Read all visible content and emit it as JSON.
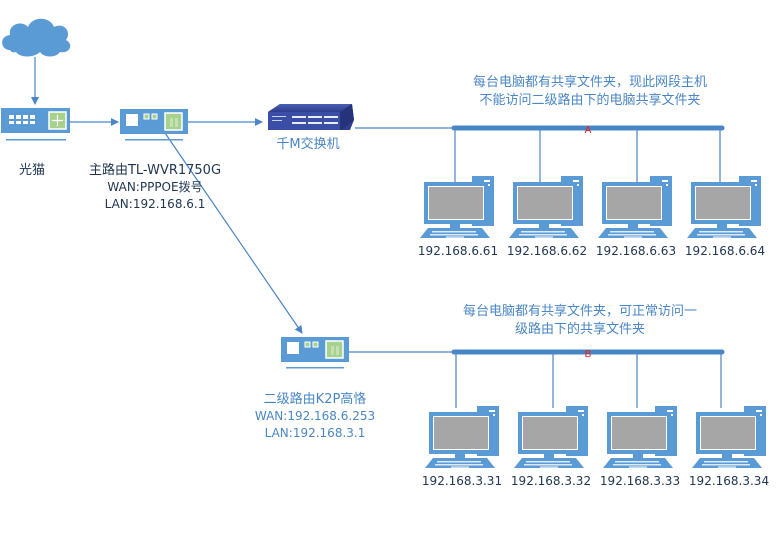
{
  "colors": {
    "device_blue": "#5b9bd5",
    "line_blue": "#4a86c5",
    "label_dark": "#1f3550",
    "label_blue": "#4a86c5",
    "screen_gray": "#a6a6a6",
    "port_green": "#a9d18e",
    "bus_marker_red": "#e02020",
    "switch_navy": "#2e3f8f"
  },
  "nodes": {
    "internet": {
      "icon": "cloud-icon"
    },
    "modem": {
      "label": "光猫",
      "icon": "modem-icon"
    },
    "main_router": {
      "icon": "router-icon",
      "lines": [
        "主路由TL-WVR1750G",
        "WAN:PPPOE拨号",
        "LAN:192.168.6.1"
      ]
    },
    "switch": {
      "label": "千M交换机",
      "icon": "switch-icon"
    },
    "secondary_router": {
      "icon": "router-icon",
      "lines": [
        "二级路由K2P高恪",
        "WAN:192.168.6.253",
        "LAN:192.168.3.1"
      ]
    }
  },
  "segments": [
    {
      "bus_label": "A",
      "note_lines": [
        "每台电脑都有共享文件夹，现此网段主机",
        "不能访问二级路由下的电脑共享文件夹"
      ],
      "hosts": [
        "192.168.6.61",
        "192.168.6.62",
        "192.168.6.63",
        "192.168.6.64"
      ]
    },
    {
      "bus_label": "B",
      "note_lines": [
        "每台电脑都有共享文件夹，可正常访问一",
        "级路由下的共享文件夹"
      ],
      "hosts": [
        "192.168.3.31",
        "192.168.3.32",
        "192.168.3.33",
        "192.168.3.34"
      ]
    }
  ]
}
